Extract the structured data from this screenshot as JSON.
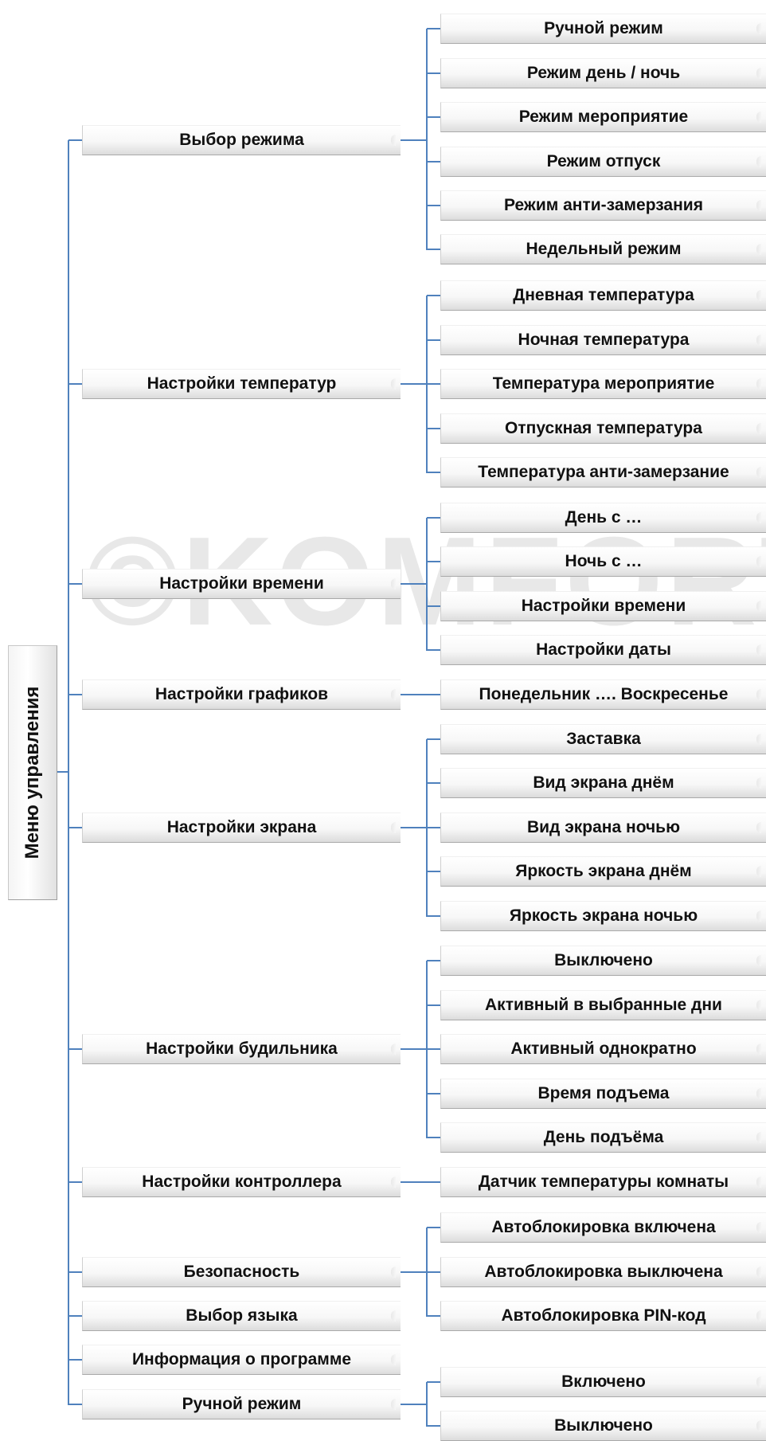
{
  "root": "Меню управления",
  "watermark": "©KOMFORT",
  "groups": [
    {
      "label": "Выбор режима",
      "children": [
        "Ручной режим",
        "Режим день / ночь",
        "Режим мероприятие",
        "Режим отпуск",
        "Режим анти-замерзания",
        "Недельный режим"
      ]
    },
    {
      "label": "Настройки температур",
      "children": [
        "Дневная температура",
        "Ночная температура",
        "Температура мероприятие",
        "Отпускная температура",
        "Температура анти-замерзание"
      ]
    },
    {
      "label": "Настройки времени",
      "children": [
        "День с …",
        "Ночь с …",
        "Настройки времени",
        "Настройки даты"
      ]
    },
    {
      "label": "Настройки графиков",
      "children": [
        "Понедельник …. Воскресенье"
      ]
    },
    {
      "label": "Настройки экрана",
      "children": [
        "Заставка",
        "Вид экрана днём",
        "Вид экрана ночью",
        "Яркость экрана днём",
        "Яркость экрана ночью"
      ]
    },
    {
      "label": "Настройки будильника",
      "children": [
        "Выключено",
        "Активный в выбранные дни",
        "Активный однократно",
        "Время подъема",
        "День подъёма"
      ]
    },
    {
      "label": "Настройки контроллера",
      "children": [
        "Датчик температуры комнаты"
      ]
    },
    {
      "label": "Безопасность",
      "children": [
        "Автоблокировка включена",
        "Автоблокировка выключена",
        "Автоблокировка PIN-код"
      ]
    },
    {
      "label": "Выбор языка",
      "children": []
    },
    {
      "label": "Информация о программе",
      "children": []
    },
    {
      "label": "Ручной режим",
      "children": [
        "Включено",
        "Выключено"
      ]
    }
  ],
  "colors": {
    "connector": "#4f81bd",
    "box_top": "#ffffff",
    "box_bottom": "#dcdcdc"
  }
}
